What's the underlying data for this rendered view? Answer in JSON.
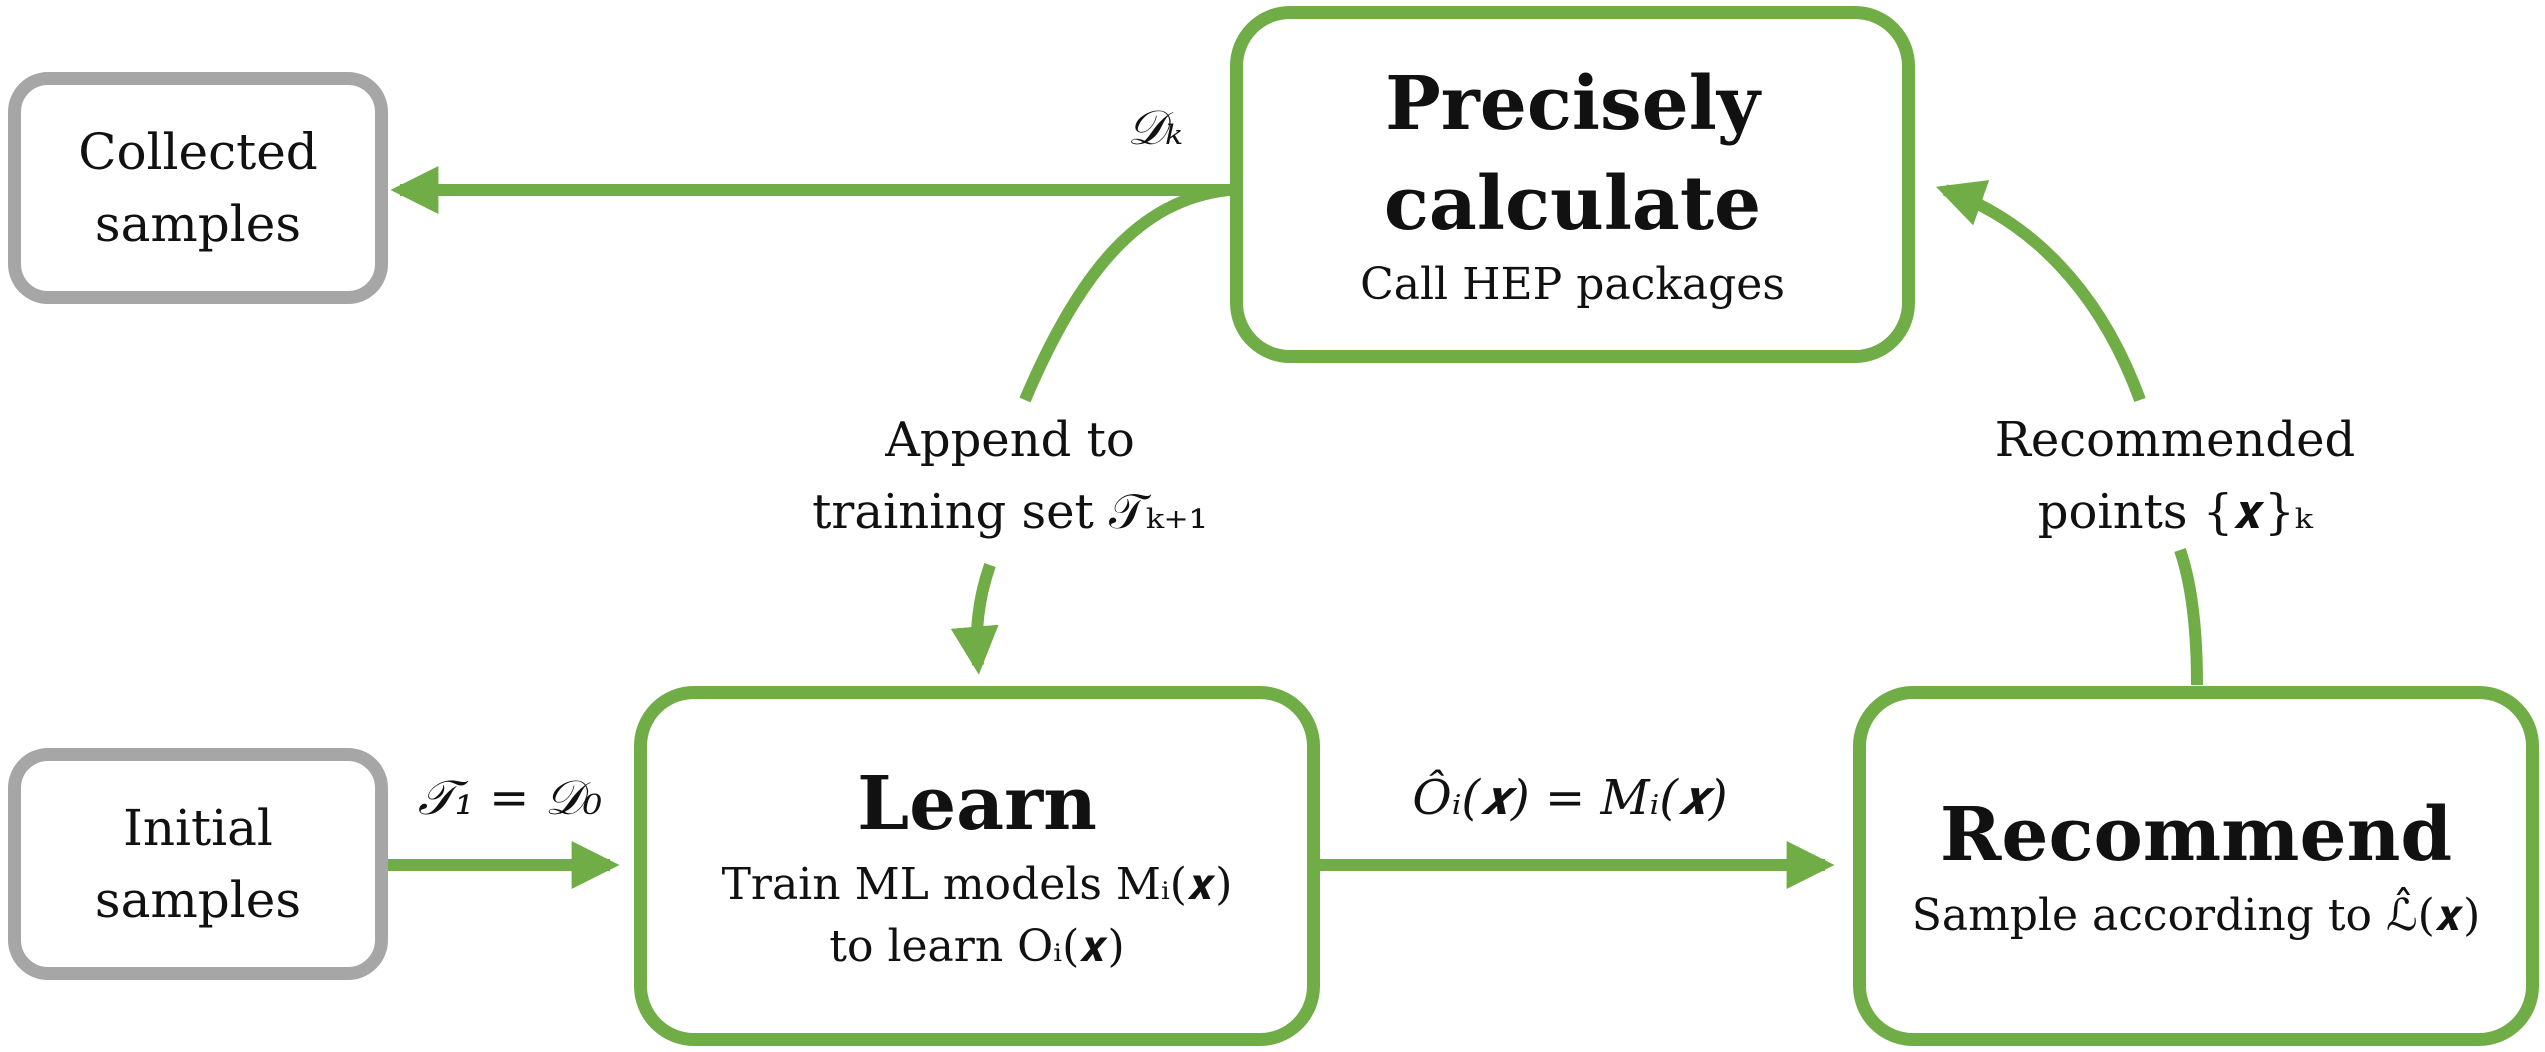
{
  "nodes": {
    "collected_samples": {
      "label": "Collected\nsamples"
    },
    "initial_samples": {
      "label": "Initial\nsamples"
    },
    "precisely_calculate": {
      "title": "Precisely\ncalculate",
      "subtitle": "Call HEP packages"
    },
    "learn": {
      "title": "Learn",
      "subtitle": "Train ML models Mᵢ(𝒙)\nto learn Oᵢ(𝒙)"
    },
    "recommend": {
      "title": "Recommend",
      "subtitle": "Sample according to ℒ̂(𝒙)"
    }
  },
  "edges": {
    "dataset_k": {
      "label": "𝒟ₖ"
    },
    "initial_training_set": {
      "label": "𝒯₁ = 𝒟₀"
    },
    "append_training": {
      "label": "Append to\ntraining set 𝒯ₖ₊₁"
    },
    "predicted_observable": {
      "label": "Ôᵢ(𝒙) = Mᵢ(𝒙)"
    },
    "recommended_points": {
      "label": "Recommended\npoints {𝒙}ₖ"
    }
  },
  "colors": {
    "accent_green": "#70ad47",
    "border_gray": "#a6a6a6",
    "text": "#111111"
  }
}
